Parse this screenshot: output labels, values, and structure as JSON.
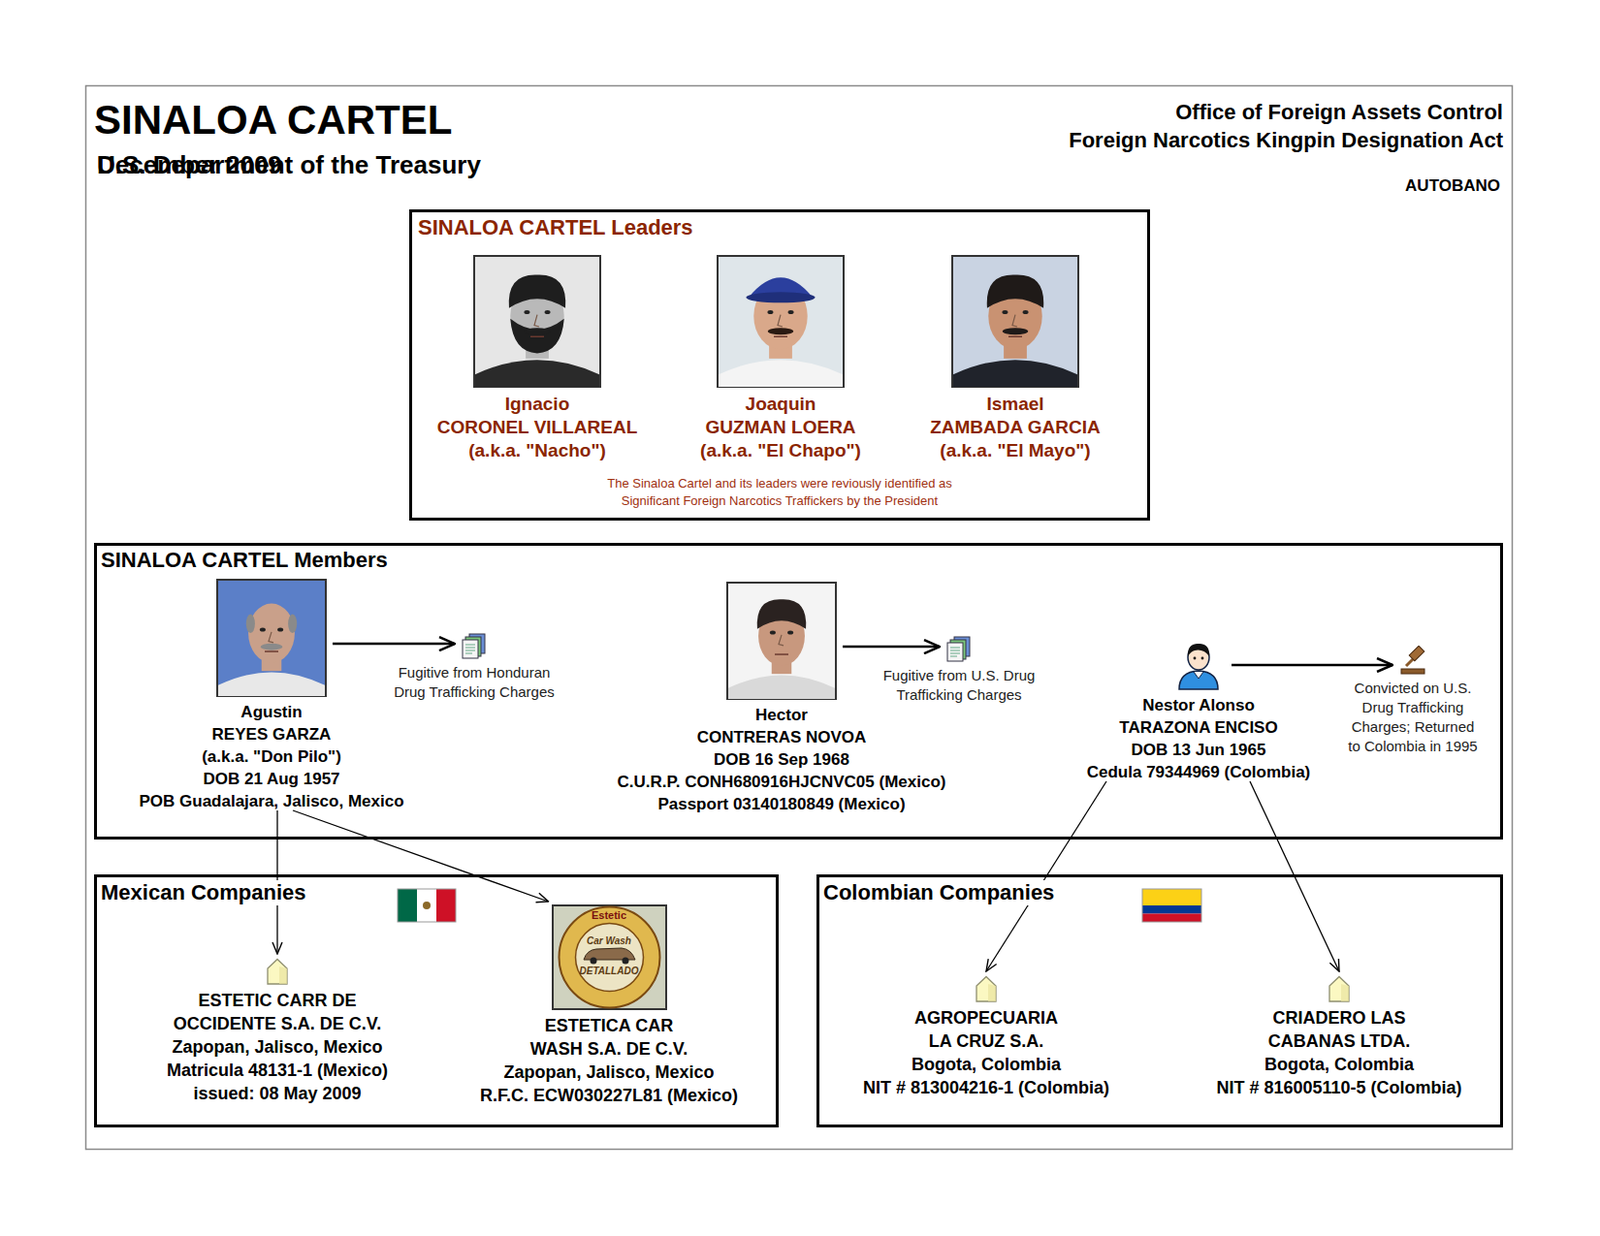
{
  "diagram": {
    "title": "SINALOA CARTEL",
    "nodes": [
      {
        "text": [
          "SINALOA CARTEL Leaders",
          "The Sinaloa Cartel and its leaders were reviously identified as Significant Foreign Narcotics Traffickers by the President"
        ]
      },
      {
        "text": [
          "Ignacio",
          "CORONEL VILLAREAL",
          "(a.k.a. \"Nacho\")"
        ],
        "in": 0
      },
      {
        "text": [
          "Joaquin",
          "GUZMAN LOERA",
          "(a.k.a. \"El Chapo\")"
        ],
        "in": 0
      },
      {
        "text": [
          "Ismael",
          "ZAMBADA GARCIA",
          "(a.k.a. \"El Mayo\")"
        ],
        "in": 0
      },
      {
        "text": [
          "SINALOA CARTEL Members"
        ]
      },
      {
        "text": [
          "Agustin",
          "REYES GARZA",
          "(a.k.a. \"Don Pilo\")",
          "DOB 21 Aug 1957",
          "POB Guadalajara, Jalisco, Mexico"
        ],
        "in": 4
      },
      {
        "text": [
          "Fugitive from Honduran Drug Trafficking Charges"
        ],
        "in": 4
      },
      {
        "text": [
          "Hector",
          "CONTRERAS NOVOA",
          "DOB 16 Sep 1968",
          "C.U.R.P. CONH680916HJCNVC05 (Mexico)",
          "Passport 03140180849 (Mexico)"
        ],
        "in": 4
      },
      {
        "text": [
          "Fugitive from U.S. Drug Trafficking Charges"
        ],
        "in": 4
      },
      {
        "text": [
          "Nestor Alonso",
          "TARAZONA ENCISO",
          "DOB 13 Jun 1965",
          "Cedula 79344969 (Colombia)"
        ],
        "in": 4
      },
      {
        "text": [
          "Convicted on U.S. Drug Trafficking Charges; Returned to Colombia in 1995"
        ],
        "in": 4
      },
      {
        "text": [
          "Mexican Companies"
        ]
      },
      {
        "text": [
          "ESTETIC CARR DE OCCIDENTE S.A. DE C.V.",
          "Zapopan, Jalisco, Mexico",
          "Matricula 48131-1 (Mexico)",
          "issued: 08 May 2009"
        ],
        "in": 11
      },
      {
        "text": [
          "ESTETICA CAR WASH S.A. DE C.V.",
          "Zapopan, Jalisco, Mexico",
          "R.F.C. ECW030227L81 (Mexico)"
        ],
        "in": 11
      },
      {
        "text": [
          "Colombian Companies"
        ]
      },
      {
        "text": [
          "AGROPECUARIA LA CRUZ S.A.",
          "Bogota, Colombia",
          "NIT # 813004216-1 (Colombia)"
        ],
        "in": 14
      },
      {
        "text": [
          "CRIADERO LAS CABANAS LTDA.",
          "Bogota, Colombia",
          "NIT # 816005110-5 (Colombia)"
        ],
        "in": 14
      }
    ],
    "edges": [
      {
        "from": 5,
        "to": 6,
        "arrow": "to"
      },
      {
        "from": 7,
        "to": 8,
        "arrow": "to"
      },
      {
        "from": 9,
        "to": 10,
        "arrow": "to"
      },
      {
        "from": 5,
        "to": 12,
        "arrow": "to"
      },
      {
        "from": 5,
        "to": 13,
        "arrow": "to"
      },
      {
        "from": 9,
        "to": 15,
        "arrow": "to"
      },
      {
        "from": 9,
        "to": 16,
        "arrow": "to"
      }
    ],
    "labels": [
      "December 2009",
      "U.S. Department of the Treasury",
      "Office of Foreign Assets Control",
      "Foreign Narcotics Kingpin Designation Act",
      "AUTOBANO",
      "Estetic",
      "Car Wash",
      "DETALLADO"
    ]
  }
}
